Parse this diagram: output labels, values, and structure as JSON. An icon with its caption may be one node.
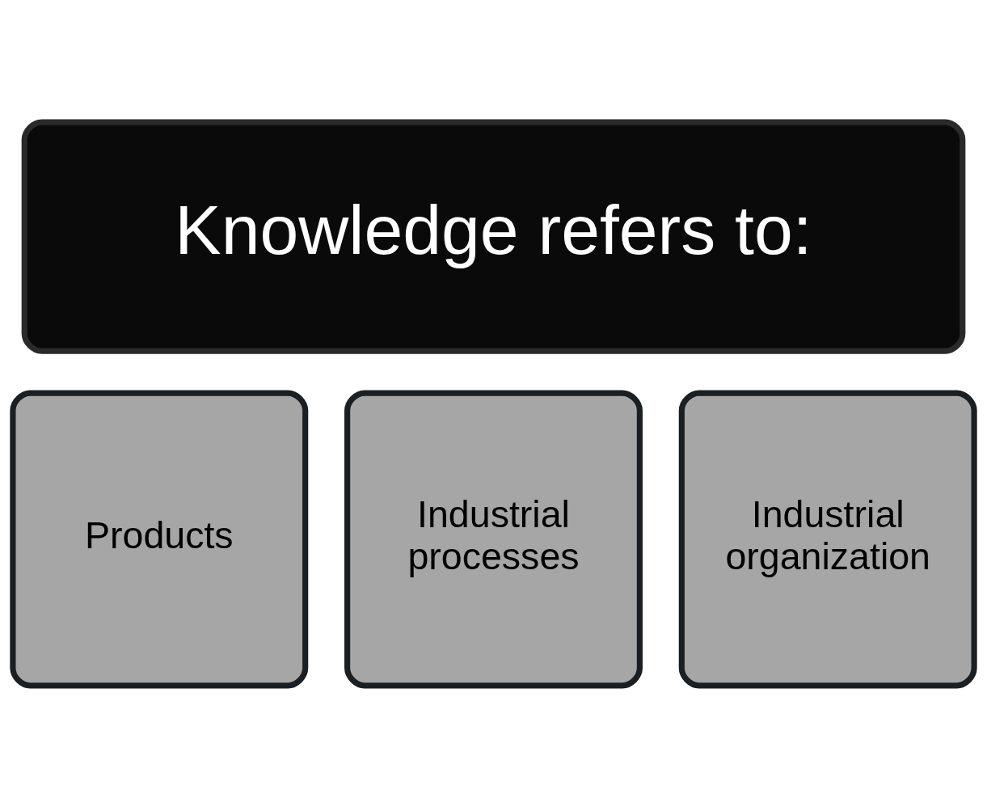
{
  "diagram": {
    "nodes": [
      {
        "text": [
          "Knowledge refers to:"
        ]
      },
      {
        "text": [
          "Products"
        ]
      },
      {
        "text": [
          "Industrial processes"
        ]
      },
      {
        "text": [
          "Industrial organization"
        ]
      }
    ]
  }
}
